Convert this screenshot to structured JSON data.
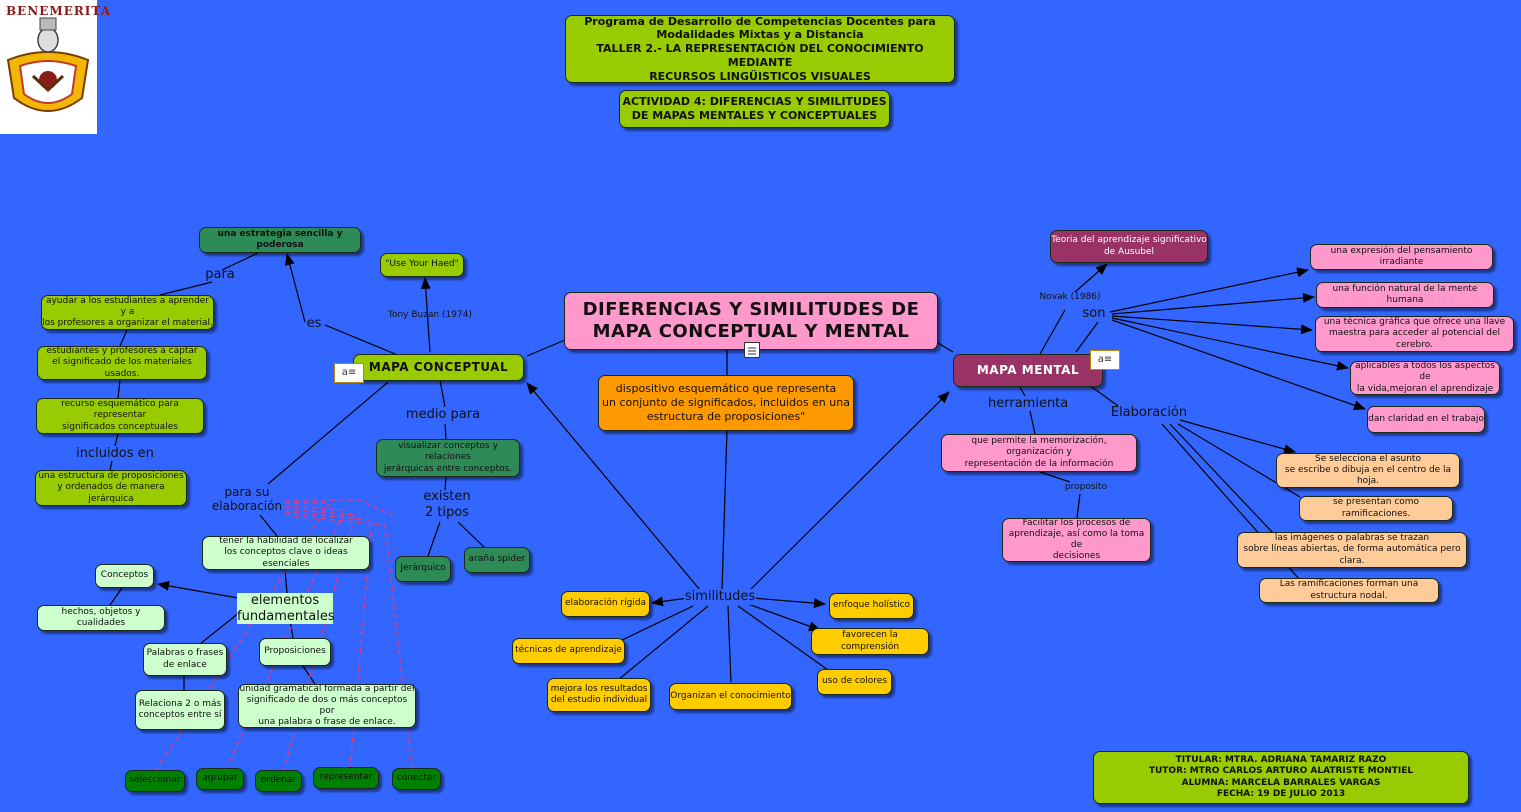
{
  "header": {
    "program": "Programa de Desarrollo  de Competencias Docentes para\nModalidades Mixtas y a Distancia\nTALLER 2.- LA REPRESENTACIÓN DEL CONOCIMIENTO MEDIANTE\nRECURSOS LINGÜISTICOS VISUALES",
    "activity": "ACTIVIDAD 4: DIFERENCIAS Y SIMILITUDES\nDE MAPAS MENTALES Y CONCEPTUALES"
  },
  "logo": {
    "text": "BENEMERITA"
  },
  "central": {
    "title": "DIFERENCIAS Y SIMILITUDES DE\nMAPA CONCEPTUAL Y MENTAL",
    "definition": "dispositivo esquemático que representa\nun conjunto de significados, incluidos en una\nestructura de proposiciones\""
  },
  "conceptual": {
    "title": "MAPA CONCEPTUAL",
    "es_label": "es",
    "strategy": "una estrategia sencilla y poderosa",
    "para_label": "para",
    "para_items": [
      "ayudar a los estudiantes a aprender y a\nlos profesores a organizar el material.",
      "estudiantes y profesores a captar\nel significado de los materiales usados.",
      "recurso esquemático para representar\nsignificados  conceptuales"
    ],
    "incluidos_label": "incluidos en",
    "incluidos_item": "una estructura de proposiciones\ny ordenados de manera jerárquica",
    "author_label": "Tony Buzan (1974)",
    "author_quote": "\"Use Your Haed\"",
    "medio_label": "medio para",
    "medio_item": "visualizar conceptos y relaciones\njerárquicas entre conceptos.",
    "existen_label": "existen\n2 tipos",
    "types": [
      "Jerárquico",
      "araña spider"
    ],
    "elaboracion_label": "para su\nelaboración",
    "habilidad": "tener la habilidad de localizar\nlos conceptos clave o ideas esenciales",
    "elementos_label": "elementos\nfundamentales",
    "conceptos": "Conceptos",
    "hechos": "hechos, objetos y cualidades",
    "palabras": "Palabras o frases\nde enlace",
    "relaciona": "Relaciona 2 o más\nconceptos entre sí",
    "proposiciones": "Proposiciones",
    "unidad": "unidad gramatical formada a partir del\nsignificado de dos o más conceptos por\nuna palabra o frase de enlace.",
    "verbs": [
      "seleccionar",
      "agrupar",
      "ordenar",
      "representar",
      "conectar"
    ]
  },
  "mental": {
    "title": "MAPA MENTAL",
    "theory": "Teoria del  aprendizaje significativo\nde Ausubel",
    "novak_label": "Novak (1986)",
    "son_label": "son",
    "son_items": [
      "una expresión del pensamiento irradiante",
      "una función natural de la mente humana",
      "una técnica gráfica que ofrece una llave\nmaestra para acceder al potencial del cerebro.",
      "aplicables a todos los aspectos de\nla vida,mejoran el aprendizaje",
      "dan claridad en el trabajo"
    ],
    "herramienta_label": "herramienta",
    "herramienta_item": "que permite la memorización, organización y\nrepresentación de la información",
    "proposito_label": "proposito",
    "proposito_item": "Facilitar los procesos de\naprendizaje, así como la toma de\ndecisiones",
    "elaboracion_label": "Elaboración",
    "elaboracion_items": [
      "Se selecciona el asunto\nse escribe o dibuja en el centro de la hoja.",
      "se presentan como ramificaciones.",
      "las imágenes o palabras  se trazan\nsobre líneas abiertas,  de forma automática pero clara.",
      "Las ramificaciones forman una  estructura nodal."
    ]
  },
  "similitudes": {
    "label": "similitudes",
    "items": [
      "elaboración rígida",
      "técnicas  de aprendizaje",
      "mejora los resultados\ndel estudio individual",
      "Organizan el conocimiento",
      "uso de colores",
      "favorecen la comprensión",
      "enfoque holístico"
    ]
  },
  "footer": {
    "credits": "TITULAR: MTRA. ADRIANA TAMARIZ RAZO\nTUTOR: MTRO CARLOS ARTURO ALATRISTE MONTIEL\nALUMNA: MARCELA BARRALES VARGAS\nFECHA: 19 DE JULIO 2013"
  }
}
